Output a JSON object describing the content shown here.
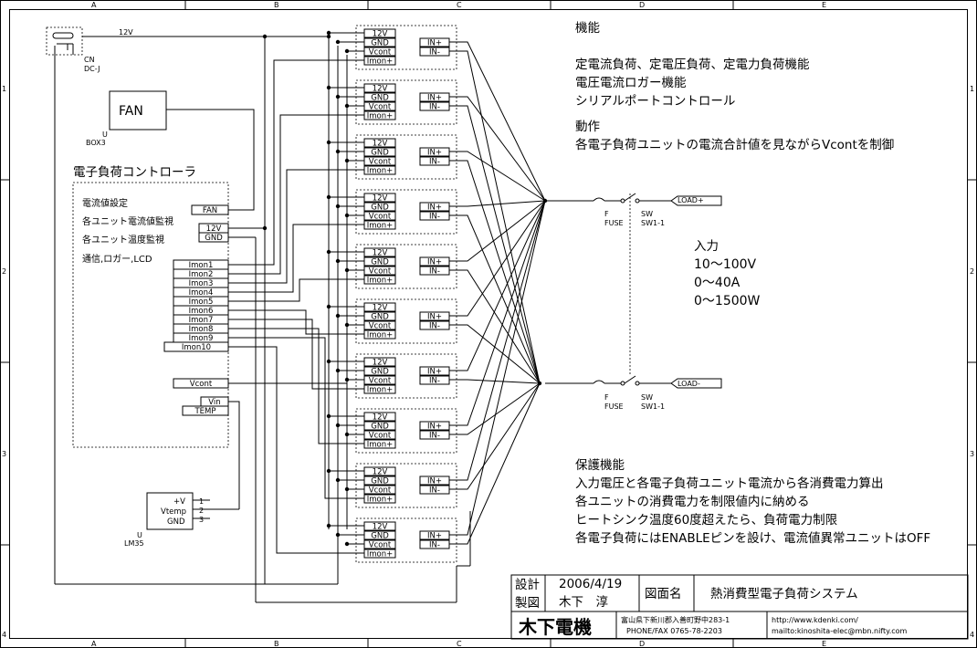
{
  "frame": {
    "columns": [
      "A",
      "B",
      "C",
      "D",
      "E"
    ],
    "rows": [
      "1",
      "2",
      "3",
      "4"
    ]
  },
  "power": {
    "rail_label": "12V",
    "connector_ref": "CN",
    "connector_value": "DC-J"
  },
  "fan": {
    "label": "FAN",
    "ref": "U",
    "value": "BOX3"
  },
  "controller": {
    "title": "電子負荷コントローラ",
    "functions": [
      "電流値設定",
      "各ユニット電流値監視",
      "各ユニット温度監視",
      "通信,ロガー,LCD"
    ],
    "pins": {
      "fan": "FAN",
      "v12": "12V",
      "gnd": "GND",
      "vcont": "Vcont",
      "vin": "Vin",
      "temp": "TEMP"
    },
    "imon_pins": [
      "Imon1",
      "Imon2",
      "Imon3",
      "Imon4",
      "Imon5",
      "Imon6",
      "Imon7",
      "Imon8",
      "Imon9",
      "Imon10"
    ]
  },
  "load_unit": {
    "left_pins": [
      "12V",
      "GND",
      "Vcont",
      "Imon+"
    ],
    "right_pins": [
      "IN+",
      "IN-"
    ],
    "count": 10
  },
  "sensor": {
    "ref": "U",
    "value": "LM35",
    "pins": [
      "+V",
      "Vtemp",
      "GND"
    ],
    "pin_numbers": [
      "1",
      "2",
      "3"
    ]
  },
  "load_path": {
    "fuse_ref": "F",
    "fuse_value": "FUSE",
    "switch_ref": "SW",
    "switch_value": "SW1-1",
    "plus_label": "LOAD+",
    "minus_label": "LOAD-"
  },
  "notes": {
    "function_heading": "機能",
    "function_lines": [
      "定電流負荷、定電圧負荷、定電力負荷機能",
      "電圧電流ロガー機能",
      "シリアルポートコントロール"
    ],
    "operation_heading": "動作",
    "operation_lines": [
      "各電子負荷ユニットの電流合計値を見ながらVcontを制御"
    ],
    "input_heading": "入力",
    "input_lines": [
      "10～100V",
      "0～40A",
      "0～1500W"
    ],
    "protection_heading": "保護機能",
    "protection_lines": [
      "入力電圧と各電子負荷ユニット電流から各消費電力算出",
      "各ユニットの消費電力を制限値内に納める",
      "ヒートシンク温度60度超えたら、負荷電力制限",
      "各電子負荷にはENABLEピンを設け、電流値異常ユニットはOFF"
    ]
  },
  "title_block": {
    "design_label": "設計",
    "drawn_label": "製図",
    "date": "2006/4/19",
    "designer": "木下　淳",
    "drawing_name_label": "図面名",
    "drawing_name": "熱消費型電子負荷システム",
    "company": "木下電機",
    "address": "富山県下新川郡入善町野中283-1",
    "phone": "PHONE/FAX 0765-78-2203",
    "url": "http://www.kdenki.com/",
    "mail": "mailto:kinoshita-elec@mbn.nifty.com"
  }
}
